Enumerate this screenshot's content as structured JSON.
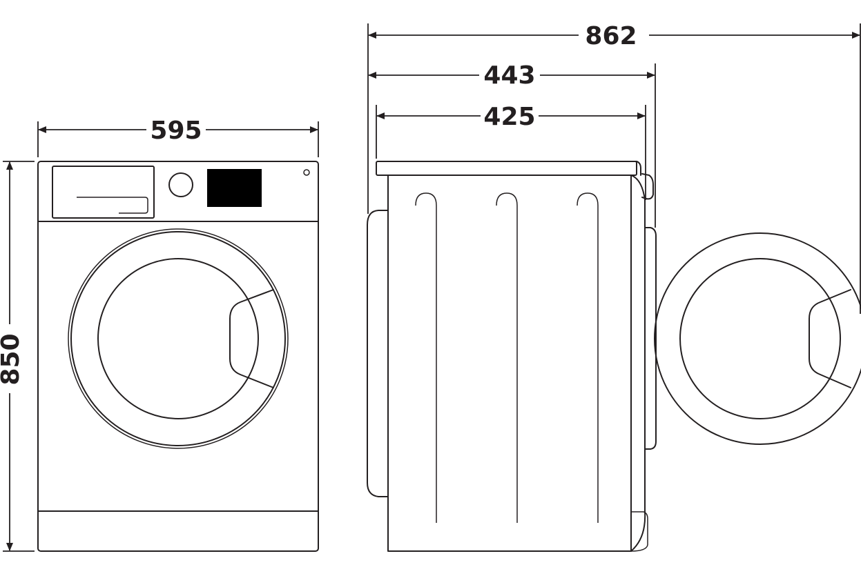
{
  "dimensions": {
    "front_width": "595",
    "height": "850",
    "depth_total_door_open": "862",
    "depth_with_door": "443",
    "depth_body": "425"
  },
  "colors": {
    "line": "#231f20",
    "background": "#ffffff",
    "display": "#000000"
  }
}
